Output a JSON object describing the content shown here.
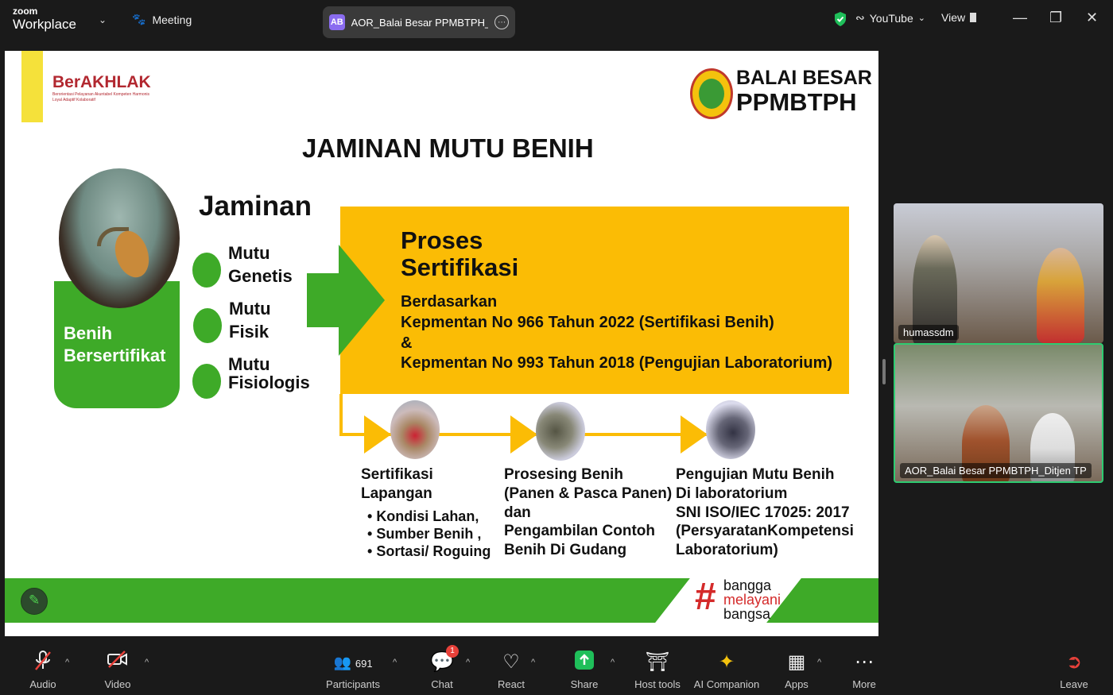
{
  "topbar": {
    "brand_small": "zoom",
    "brand_large": "Workplace",
    "meeting_label": "Meeting",
    "share_badge": "AB",
    "share_title": "AOR_Balai Besar PPMBTPH_Ditjen",
    "youtube_label": "YouTube",
    "view_label": "View"
  },
  "slide": {
    "berakhlak_title": "BerAKHLAK",
    "berakhlak_sub": "Berorientasi Pelayanan Akuntabel Kompeten Harmonis Loyal Adaptif Kolaboratif",
    "org_line1": "BALAI BESAR",
    "org_line2": "PPMBTPH",
    "main_title": "JAMINAN MUTU BENIH",
    "benih_line1": "Benih",
    "benih_line2": "Bersertifikat",
    "jaminan_heading": "Jaminan",
    "mutu_items": [
      {
        "line1": "Mutu",
        "line2": "Genetis"
      },
      {
        "line1": "Mutu",
        "line2": "Fisik"
      },
      {
        "line1": "Mutu",
        "line2": "Fisiologis"
      }
    ],
    "proses_line1": "Proses",
    "proses_line2": "Sertifikasi",
    "basis_lines": [
      "Berdasarkan",
      "Kepmentan No 966 Tahun 2022 (Sertifikasi Benih)",
      "&",
      "Kepmentan No 993 Tahun 2018 (Pengujian Laboratorium)"
    ],
    "step1": {
      "lines": [
        "Sertifikasi",
        "Lapangan"
      ],
      "bullets": [
        "Kondisi Lahan,",
        "Sumber Benih ,",
        "Sortasi/ Roguing"
      ]
    },
    "step2": {
      "lines": [
        "Prosesing  Benih",
        "(Panen & Pasca Panen)",
        "dan",
        "Pengambilan Contoh",
        "Benih Di Gudang"
      ]
    },
    "step3": {
      "lines": [
        "Pengujian Mutu Benih",
        "Di laboratorium",
        "SNI ISO/IEC 17025: 2017",
        "(PersyaratanKompetensi",
        "Laboratorium)"
      ]
    },
    "tagline_hash": "#",
    "tagline": [
      "bangga",
      "melayani",
      "bangsa"
    ]
  },
  "participants": [
    {
      "name": "humassdm"
    },
    {
      "name": "AOR_Balai Besar PPMBTPH_Ditjen TP"
    }
  ],
  "toolbar": {
    "audio": "Audio",
    "video": "Video",
    "participants": "Participants",
    "participants_count": "691",
    "chat": "Chat",
    "chat_badge": "1",
    "react": "React",
    "share": "Share",
    "host_tools": "Host tools",
    "ai_companion": "AI Companion",
    "apps": "Apps",
    "more": "More",
    "leave": "Leave"
  },
  "colors": {
    "slide_green": "#3eaa28",
    "slide_orange": "#fbbc05",
    "active_speaker": "#2ecc71",
    "share_green": "#1fbf5a",
    "leave_red": "#e8413a"
  }
}
